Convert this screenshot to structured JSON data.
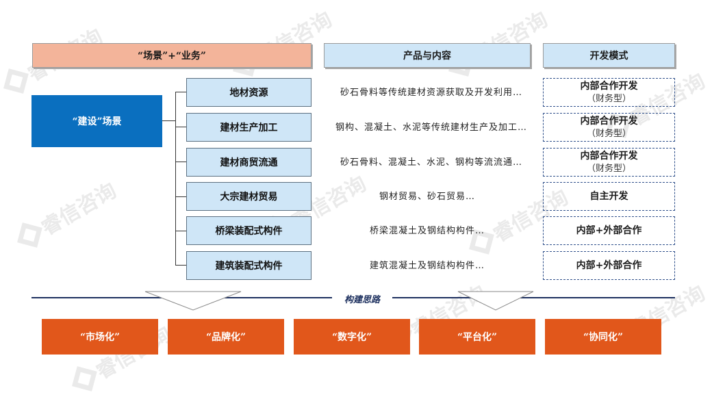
{
  "headers": {
    "scene_business": "“场景”+“业务”",
    "products": "产品与内容",
    "dev_mode": "开发模式"
  },
  "scene": {
    "label": "“建设”场景"
  },
  "rows": [
    {
      "category": "地材资源",
      "description": "砂石骨料等传统建材资源获取及开发利用…",
      "mode_main": "内部合作开发",
      "mode_sub": "（财务型）"
    },
    {
      "category": "建材生产加工",
      "description": "钢构、混凝土、水泥等传统建材生产及加工…",
      "mode_main": "内部合作开发",
      "mode_sub": "（财务型）"
    },
    {
      "category": "建材商贸流通",
      "description": "砂石骨料、混凝土、水泥、钢构等流流通…",
      "mode_main": "内部合作开发",
      "mode_sub": "（财务型）"
    },
    {
      "category": "大宗建材贸易",
      "description": "钢材贸易、砂石贸易…",
      "mode_main": "自主开发",
      "mode_sub": ""
    },
    {
      "category": "桥梁装配式构件",
      "description": "桥梁混凝土及钢结构构件…",
      "mode_main": "内部+外部合作",
      "mode_sub": ""
    },
    {
      "category": "建筑装配式构件",
      "description": "建筑混凝土及钢结构构件…",
      "mode_main": "内部+外部合作",
      "mode_sub": ""
    }
  ],
  "divider": {
    "label": "构建思路"
  },
  "pillars": [
    "“市场化”",
    "“品牌化”",
    "“数字化”",
    "“平台化”",
    "“协同化”"
  ],
  "watermark": {
    "text": "睿信咨询"
  },
  "colors": {
    "scene_blue": "#0a6fbf",
    "header_salmon": "#f3b49a",
    "header_blue": "#cfe6f7",
    "pillar_orange": "#e1571b",
    "divider_navy": "#1c2f5e"
  }
}
